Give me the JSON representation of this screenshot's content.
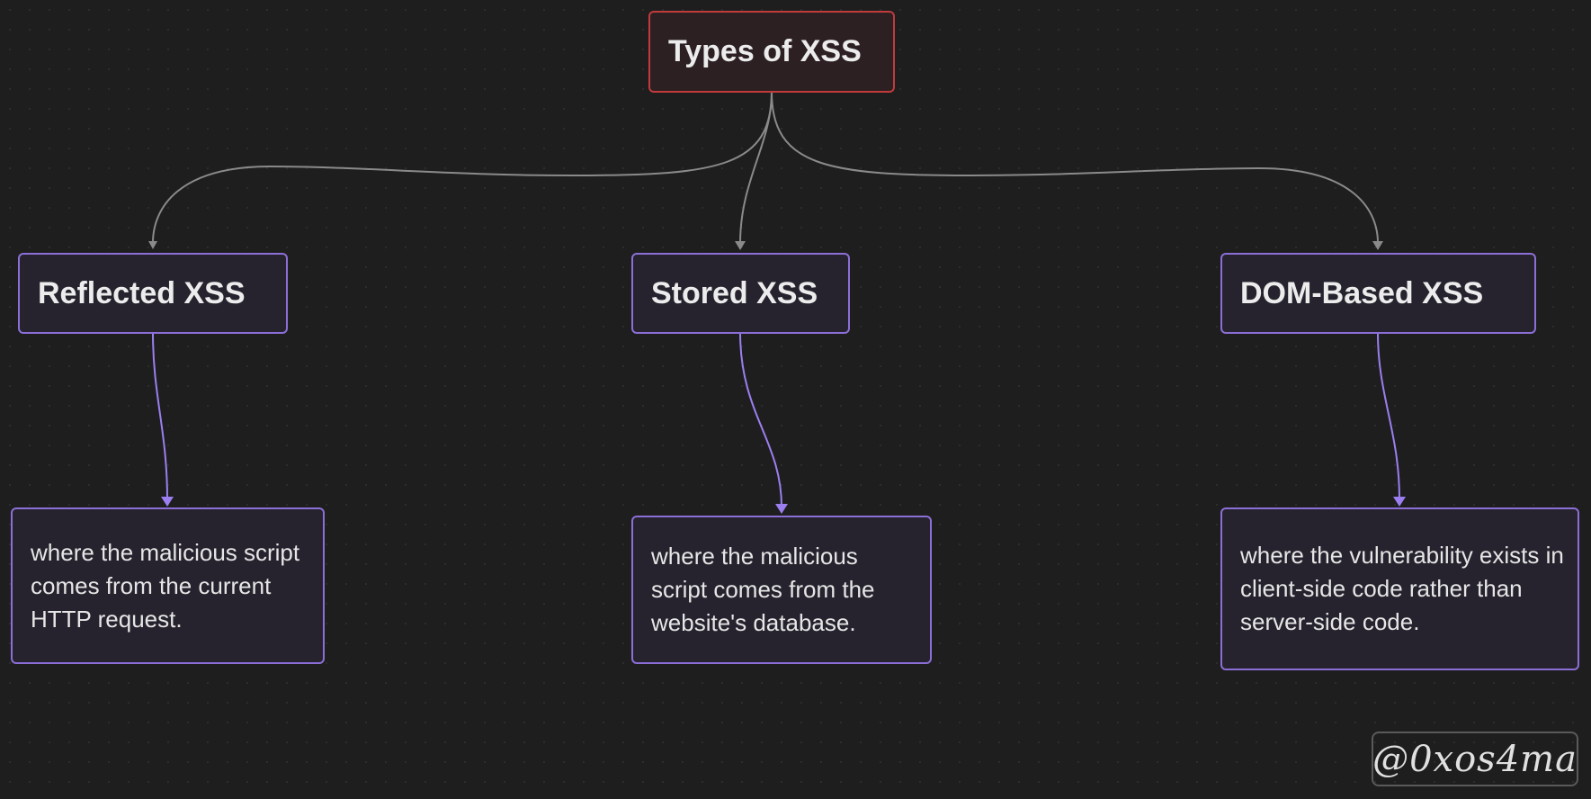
{
  "diagram": {
    "root": {
      "label": "Types of XSS"
    },
    "branches": [
      {
        "label": "Reflected XSS",
        "description": "where the malicious script comes from the current HTTP request."
      },
      {
        "label": "Stored XSS",
        "description": "where the malicious script comes from the website's database."
      },
      {
        "label": "DOM-Based XSS",
        "description": "where the vulnerability exists in client-side code rather than server-side code."
      }
    ]
  },
  "watermark": {
    "text": "@0xos4ma"
  },
  "colors": {
    "background": "#1e1e1e",
    "root_border": "#c13a3c",
    "node_border": "#8b6fd6",
    "edge_root": "#8a8a8a",
    "edge_branch": "#9b7ff0"
  }
}
